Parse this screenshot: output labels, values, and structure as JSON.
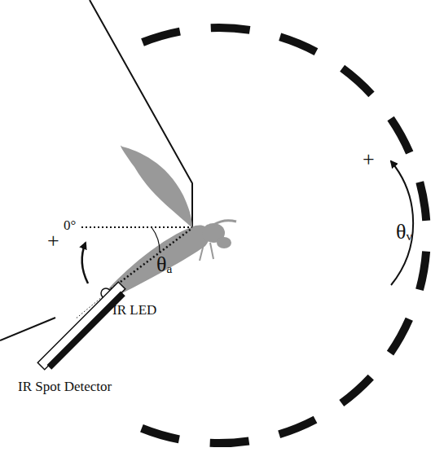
{
  "diagram": {
    "labels": [
      "+",
      "0°",
      "θₐ",
      "IR LED",
      "IR Spot Detector",
      "+",
      "θᵥ"
    ]
  }
}
